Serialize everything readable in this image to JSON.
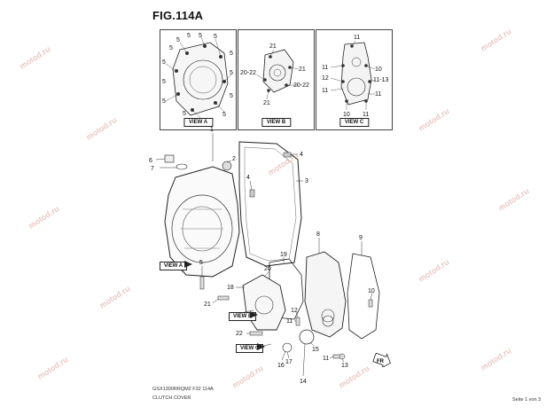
{
  "figure": {
    "title": "FIG.114A"
  },
  "views": [
    {
      "label": "VIEW A",
      "callouts": [
        "5",
        "5",
        "5",
        "5",
        "5",
        "5",
        "5",
        "5",
        "5",
        "5",
        "5",
        "5",
        "5",
        "5"
      ]
    },
    {
      "label": "VIEW B",
      "callouts": [
        "21",
        "20-22",
        "21",
        "20-22",
        "21"
      ]
    },
    {
      "label": "VIEW C",
      "callouts": [
        "11",
        "11",
        "10",
        "12",
        "11-13",
        "11",
        "10",
        "11",
        "11"
      ]
    }
  ],
  "main_callouts": [
    "1",
    "6",
    "7",
    "2",
    "4",
    "3",
    "4",
    "8",
    "9",
    "19",
    "20",
    "18",
    "5",
    "21",
    "10",
    "12",
    "11",
    "22",
    "16",
    "17",
    "14",
    "15",
    "11",
    "13"
  ],
  "view_tags": {
    "a": "VIEW A",
    "b": "VIEW B",
    "c": "VIEW C"
  },
  "front_mark": "FR",
  "footer": {
    "code": "GSX1300RRQM2 F32 114A",
    "caption": "CLUTCH COVER",
    "page": "Seite 1 von 3"
  },
  "watermark_text": "motod.ru"
}
